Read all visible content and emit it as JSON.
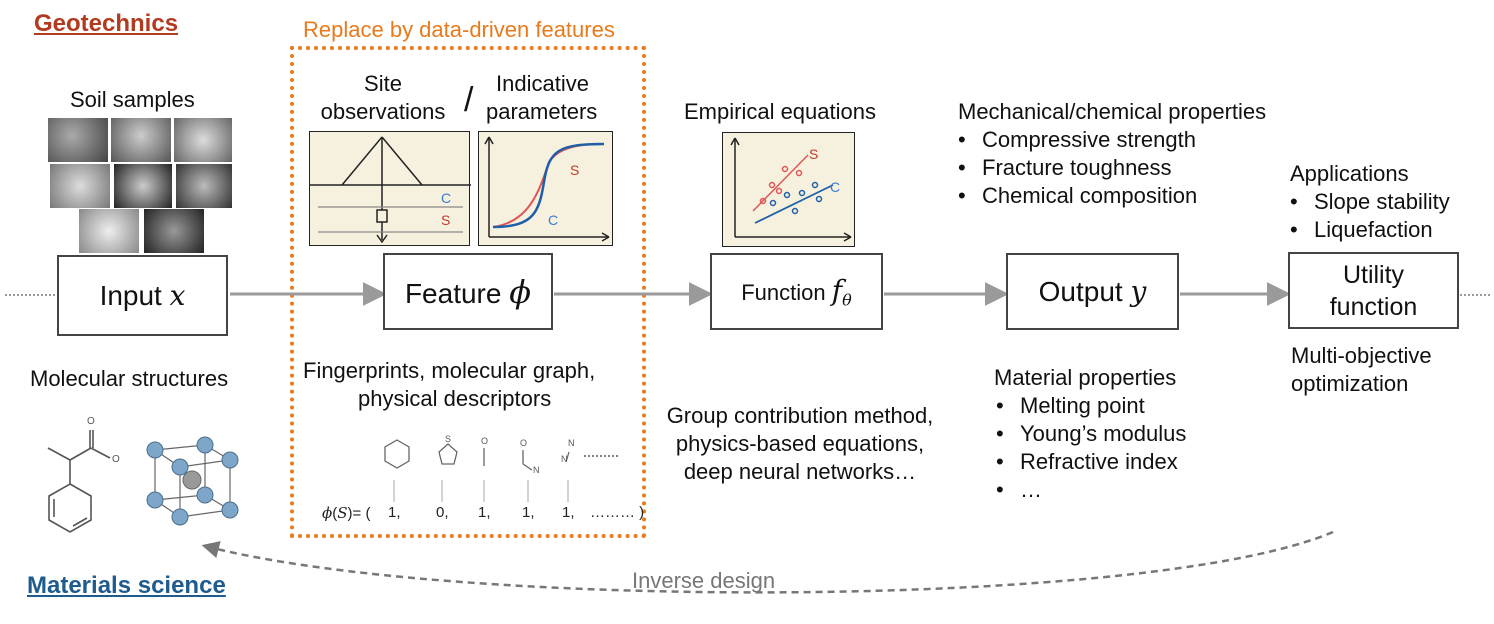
{
  "headings": {
    "geotechnics": "Geotechnics",
    "materials_science": "Materials science"
  },
  "replace_label": "Replace by data-driven features",
  "top_labels": {
    "soil_samples": "Soil samples",
    "site_observations": [
      "Site",
      "observations"
    ],
    "slash": "/",
    "indicative_parameters": [
      "Indicative",
      "parameters"
    ],
    "empirical_equations": "Empirical equations",
    "mech_chem_title": "Mechanical/chemical properties",
    "mech_chem_items": [
      "Compressive strength",
      "Fracture toughness",
      "Chemical composition"
    ],
    "applications_title": "Applications",
    "applications_items": [
      "Slope stability",
      "Liquefaction"
    ]
  },
  "panel_letters": {
    "c": "C",
    "s": "S"
  },
  "boxes": {
    "input": {
      "label": "Input",
      "var": "x"
    },
    "feature": {
      "label": "Feature",
      "var": "ϕ"
    },
    "function": {
      "label": "Function",
      "var": "f",
      "sub": "θ"
    },
    "output": {
      "label": "Output",
      "var": "y"
    },
    "utility": {
      "lines": [
        "Utility",
        "function"
      ]
    }
  },
  "bottom_labels": {
    "molecular_structures": "Molecular structures",
    "fingerprints": [
      "Fingerprints, molecular graph,",
      "physical descriptors"
    ],
    "group_contribution": [
      "Group contribution method,",
      "physics-based equations,",
      "deep neural networks…"
    ],
    "material_props_title": "Material properties",
    "material_props_items": [
      "Melting point",
      "Young’s modulus",
      "Refractive index",
      "…"
    ],
    "multi_objective": [
      "Multi-objective",
      "optimization"
    ],
    "inverse_design": "Inverse design"
  },
  "fingerprint_vector": {
    "lhs_fn": "ϕ",
    "lhs_arg": "S",
    "lhs_rest": "= (",
    "values": [
      "1,",
      "0,",
      "1,",
      "1,",
      "1,"
    ],
    "tail": "……… )",
    "fragment_atoms": {
      "s": "S",
      "o": "O",
      "n": "N"
    }
  },
  "colors": {
    "geotechnics": "#b23a1e",
    "materials_science": "#1e5b8e",
    "orange_dotted": "#e87a1c",
    "arrow_gray": "#9a9a9a",
    "box_border": "#444444",
    "panel_bg": "#f6f1de",
    "curve_red": "#e05555",
    "curve_blue": "#1f5fa8",
    "letter_blue": "#3a7bd5",
    "letter_red": "#c43a2a",
    "atom_blue": "#7ea6c9",
    "atom_gray": "#9a9a9a"
  }
}
